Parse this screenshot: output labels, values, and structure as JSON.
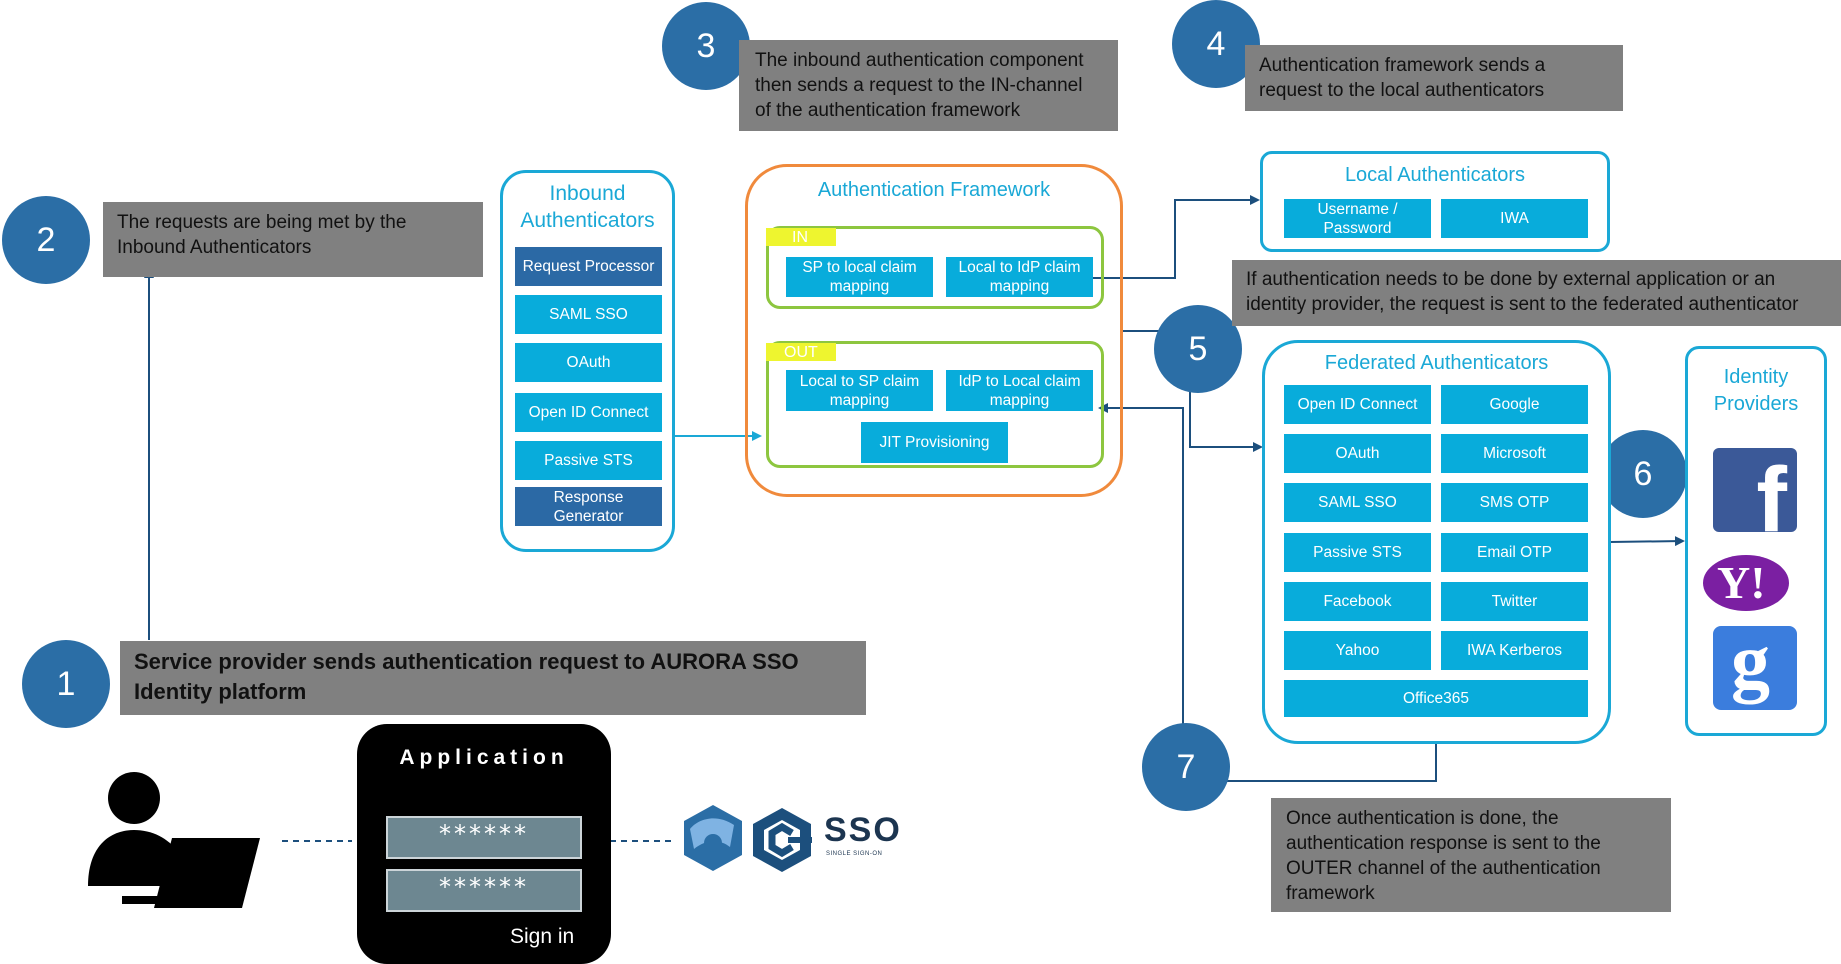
{
  "steps": {
    "s1": "1",
    "s2": "2",
    "s3": "3",
    "s4": "4",
    "s5": "5",
    "s6": "6",
    "s7": "7"
  },
  "notes": {
    "n1": "Service provider sends authentication request to AURORA SSO Identity platform",
    "n2": "The requests are being met by the Inbound Authenticators",
    "n3": "The inbound authentication component then sends a request to the IN-channel of the authentication framework",
    "n4": "Authentication framework sends a request to the local authenticators",
    "n5": "If authentication needs to be done by external application or an identity provider, the request is sent to the federated authenticator",
    "n7": "Once authentication is done, the authentication response is sent to the OUTER channel of the authentication framework"
  },
  "inbound": {
    "title": "Inbound Authenticators",
    "items": [
      "Request Processor",
      "SAML SSO",
      "OAuth",
      "Open ID Connect",
      "Passive STS",
      "Response Generator"
    ]
  },
  "framework": {
    "title": "Authentication Framework",
    "in_label": "IN",
    "out_label": "OUT",
    "in_items": [
      "SP to local claim mapping",
      "Local to IdP claim mapping"
    ],
    "out_items": [
      "Local to SP claim mapping",
      "IdP to Local claim mapping",
      "JIT Provisioning"
    ]
  },
  "local": {
    "title": "Local Authenticators",
    "items": [
      "Username / Password",
      "IWA"
    ]
  },
  "federated": {
    "title": "Federated Authenticators",
    "items": [
      "Open ID Connect",
      "Google",
      "OAuth",
      "Microsoft",
      "SAML SSO",
      "SMS OTP",
      "Passive STS",
      "Email OTP",
      "Facebook",
      "Twitter",
      "Yahoo",
      "IWA Kerberos",
      "Office365"
    ]
  },
  "idp": {
    "title": "Identity Providers",
    "facebook_glyph": "f",
    "yahoo_glyph": "Y!",
    "google_glyph": "g"
  },
  "app": {
    "title": "Application",
    "password1": "******",
    "password2": "******",
    "signin": "Sign in"
  },
  "logo": {
    "text": "SSO",
    "subtext": "SINGLE SIGN-ON"
  },
  "colors": {
    "step_circle": "#2b6ea6",
    "note_bg": "#808080",
    "panel_border": "#1aa8d6",
    "button_cyan": "#08acdb",
    "button_navy": "#2b69a5",
    "framework_border": "#f08a3c",
    "channel_border": "#8dc63f",
    "channel_tag": "#eef52f",
    "arrow": "#1c4f7d"
  }
}
